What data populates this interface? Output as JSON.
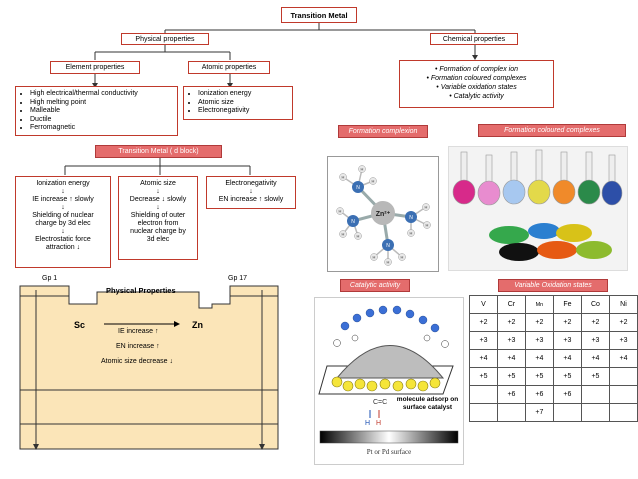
{
  "title": "Transition Metal",
  "physical_properties": "Physical properties",
  "chemical_properties": "Chemical properties",
  "element_properties": {
    "title": "Element properties",
    "items": [
      "High electrical/thermal conductivity",
      "High melting point",
      "Malleable",
      "Ductile",
      "Ferromagnetic"
    ]
  },
  "atomic_properties": {
    "title": "Atomic  properties",
    "items": [
      "Ionization energy",
      "Atomic size",
      "Electronegativity"
    ]
  },
  "chemical_items": [
    "• Formation of complex ion",
    "• Formation coloured complexes",
    "• Variable oxidation states",
    "• Catalytic activity"
  ],
  "dblock": {
    "title": "Transition Metal ( d block)",
    "ionization": [
      "Ionization energy",
      "↓",
      "IE increase ↑ slowly",
      "↓",
      "Shielding of nuclear",
      "charge by 3d elec",
      "↓",
      "Electrostatic force",
      "attraction ↓"
    ],
    "atomic_size": [
      "Atomic size",
      "↓",
      "Decrease ↓ slowly",
      "↓",
      "Shielding of outer",
      "electron from",
      "nuclear charge by",
      "3d elec"
    ],
    "electronegativity": [
      "Electronegativity",
      "↓",
      "EN increase ↑ slowly"
    ]
  },
  "periodic": {
    "gp1": "Gp 1",
    "gp17": "Gp 17",
    "title": "Physical Properties",
    "sc": "Sc",
    "zn": "Zn",
    "ie": "IE increase ↑",
    "en": "EN increase ↑",
    "size": "Atomic size decrease ↓"
  },
  "labels": {
    "formation_complexion": "Formation complexion",
    "formation_coloured": "Formation coloured complexes",
    "catalytic": "Catalytic activity",
    "variable": "Variable Oxidation states"
  },
  "complex_ion": {
    "center": "Zn²⁺",
    "atoms": [
      "N",
      "N",
      "N",
      "N",
      "H",
      "H",
      "H",
      "H",
      "H",
      "H",
      "H",
      "H",
      "H",
      "H",
      "H",
      "H"
    ]
  },
  "catalyst": {
    "caption1": "molecule  adsorp on",
    "caption2": "surface catalyst",
    "surface": "Pt or Pd surface",
    "formula": "C=C",
    "h": "H"
  },
  "oxidation_table": {
    "headers": [
      "V",
      "Cr",
      "Mn",
      "Fe",
      "Co",
      "Ni"
    ],
    "rows": [
      [
        "+2",
        "+2",
        "+2",
        "+2",
        "+2",
        "+2"
      ],
      [
        "+3",
        "+3",
        "+3",
        "+3",
        "+3",
        "+3"
      ],
      [
        "+4",
        "+4",
        "+4",
        "+4",
        "+4",
        "+4"
      ],
      [
        "+5",
        "+5",
        "+5",
        "+5",
        "+5",
        ""
      ],
      [
        "",
        "+6",
        "+6",
        "+6",
        "",
        ""
      ],
      [
        "",
        "",
        "+7",
        "",
        "",
        ""
      ]
    ]
  },
  "colors": {
    "border": "#c0392b",
    "label_bg": "#e46c6c",
    "periodic_fill": "#fbe5b8"
  }
}
